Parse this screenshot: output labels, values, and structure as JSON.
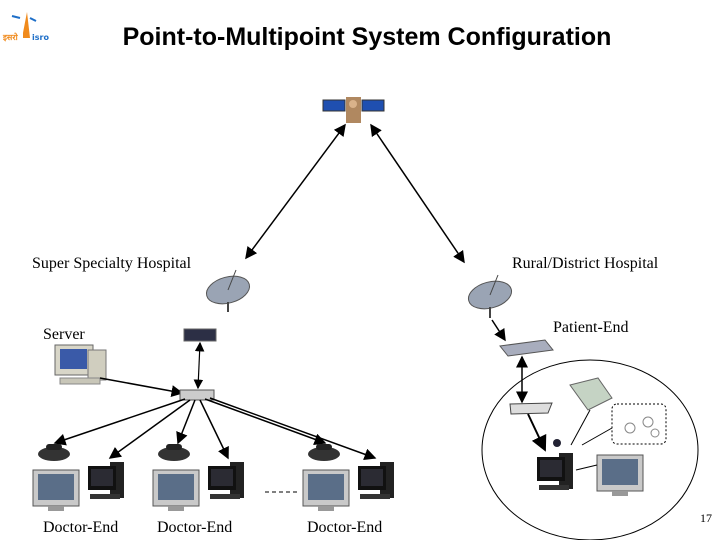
{
  "slide": {
    "title": "Point-to-Multipoint System Configuration",
    "page_number": "17",
    "logo": {
      "text_hindi": "इसरो",
      "text_english": "isro",
      "colors": {
        "orange": "#f08a1c",
        "blue": "#1e6fc8"
      }
    }
  },
  "labels": {
    "left_site": "Super Specialty Hospital",
    "right_site": "Rural/District Hospital",
    "server": "Server",
    "patient_end": "Patient-End",
    "doctor_ends": [
      "Doctor-End",
      "Doctor-End",
      "Doctor-End"
    ]
  },
  "nodes": {
    "satellite": "satellite-icon",
    "dishes": [
      "satellite-dish-icon",
      "satellite-dish-icon"
    ],
    "left_equipment": [
      "modem-icon",
      "network-hub-icon",
      "server-computer-icon"
    ],
    "patient_equipment": [
      "router-icon",
      "network-switch-icon",
      "scanner-icon",
      "medical-peripherals-icon",
      "webcam-icon",
      "computer-icon",
      "monitor-icon"
    ]
  }
}
